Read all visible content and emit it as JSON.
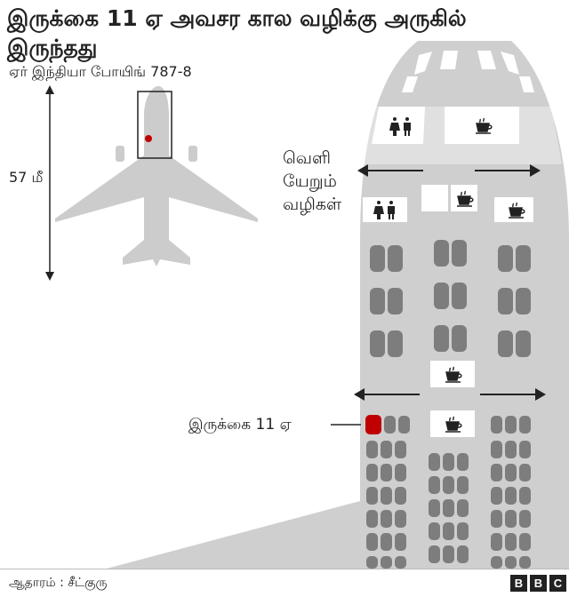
{
  "title": "இருக்கை 11 ஏ அவசர கால வழிக்கு அருகில் இருந்தது",
  "subtitle": "ஏர் இந்தியா போயிங் 787-8",
  "length_label": "57 மீ",
  "exit_label_lines": [
    "வெளி",
    "யேறும்",
    "வழிகள்"
  ],
  "seat_label": "இருக்கை 11 ஏ",
  "source": "ஆதாரம் : சீட்குரு",
  "logo_letters": [
    "B",
    "B",
    "C"
  ],
  "colors": {
    "plane": "#cccccc",
    "seat": "#7d7d7d",
    "highlight": "#c00000",
    "fuselage": "#cfcfcf"
  },
  "icons": {
    "toilet": "toilet-icon",
    "galley": "coffee-cup-icon"
  }
}
